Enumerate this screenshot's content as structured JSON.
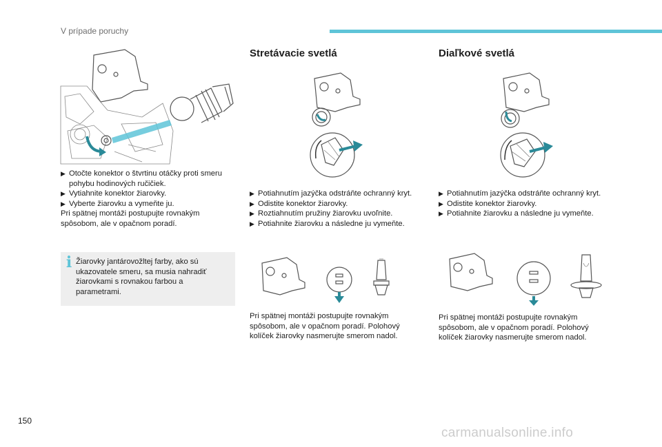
{
  "header": {
    "section_title": "V prípade poruchy"
  },
  "left": {
    "steps": [
      "Otočte konektor o štvrtinu otáčky proti smeru pohybu hodinových ručičiek.",
      "Vytiahnite konektor žiarovky.",
      "Vyberte žiarovku a vymeňte ju."
    ],
    "note": "Pri spätnej montáži postupujte rovnakým spôsobom, ale v opačnom poradí.",
    "info_text": "Žiarovky jantárovožltej farby, ako sú ukazovatele smeru, sa musia nahradiť žiarovkami s rovnakou farbou a parametrami."
  },
  "low_beam": {
    "title": "Stretávacie svetlá",
    "steps": [
      "Potiahnutím jazýčka odstráňte ochranný kryt.",
      "Odistite konektor žiarovky.",
      "Roztiahnutím pružiny žiarovku uvoľnite.",
      "Potiahnite žiarovku a následne ju vymeňte."
    ],
    "note": "Pri spätnej montáži postupujte rovnakým spôsobom, ale v opačnom poradí. Polohový kolíček žiarovky nasmerujte smerom nadol."
  },
  "high_beam": {
    "title": "Diaľkové svetlá",
    "steps": [
      "Potiahnutím jazýčka odstráňte ochranný kryt.",
      "Odistite konektor žiarovky.",
      "Potiahnite žiarovku a následne ju vymeňte."
    ],
    "note": "Pri spätnej montáži postupujte rovnakým spôsobom, ale v opačnom poradí. Polohový kolíček žiarovky nasmerujte smerom nadol."
  },
  "page": {
    "number": "150"
  },
  "watermark": {
    "text": "carmanualsonline.info"
  },
  "colors": {
    "accent": "#5ec4d8",
    "arrow": "#2a8a98",
    "info_bg": "#eeeeee"
  },
  "icons": {
    "bullet": "arrow-bullet-icon",
    "info": "info-icon"
  }
}
